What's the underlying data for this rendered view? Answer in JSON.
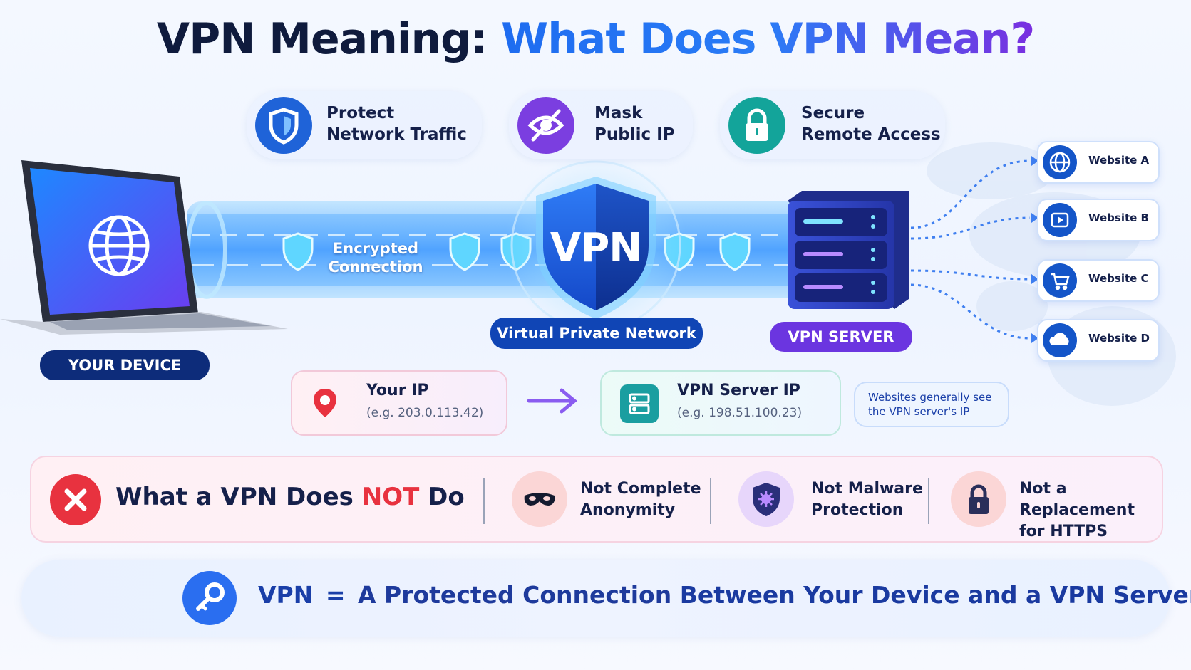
{
  "title": {
    "part1": "VPN Meaning:",
    "part2": "What Does VPN Mean?"
  },
  "features": [
    {
      "label": "Protect\nNetwork Traffic",
      "icon": "shield-icon",
      "color": "#1f63d8"
    },
    {
      "label": "Mask\nPublic IP",
      "icon": "eye-slash-icon",
      "color": "#7b3ee0"
    },
    {
      "label": "Secure\nRemote Access",
      "icon": "lock-icon",
      "color": "#13a49a"
    }
  ],
  "device": {
    "label": "YOUR DEVICE",
    "icon": "globe-icon"
  },
  "tunnel": {
    "label": "Encrypted\nConnection"
  },
  "vpn_shield": {
    "text": "VPN",
    "label": "Virtual Private Network"
  },
  "server": {
    "label": "VPN SERVER",
    "icon": "server-icon"
  },
  "websites": [
    {
      "label": "Website A",
      "icon": "globe-icon"
    },
    {
      "label": "Website B",
      "icon": "play-icon"
    },
    {
      "label": "Website C",
      "icon": "cart-icon"
    },
    {
      "label": "Website D",
      "icon": "cloud-icon"
    }
  ],
  "your_ip": {
    "title": "Your IP",
    "example": "(e.g. 203.0.113.42)",
    "icon": "location-pin-icon"
  },
  "server_ip": {
    "title": "VPN Server IP",
    "example": "(e.g. 198.51.100.23)",
    "icon": "server-icon"
  },
  "note": "Websites generally see\nthe VPN server's IP",
  "not_do": {
    "heading_pre": "What a VPN Does ",
    "heading_not": "NOT",
    "heading_post": " Do",
    "items": [
      {
        "label": "Not Complete\nAnonymity",
        "icon": "mask-icon"
      },
      {
        "label": "Not Malware\nProtection",
        "icon": "virus-shield-icon"
      },
      {
        "label": "Not a Replacement\nfor HTTPS",
        "icon": "lock-icon"
      }
    ]
  },
  "formula": {
    "lhs": "VPN",
    "eq": "=",
    "rhs_a": "A Protected Connection",
    "rhs_b": " Between Your Device and a VPN Server",
    "icon": "key-icon"
  },
  "colors": {
    "navy": "#0f1b3d",
    "blue": "#1e6cf0",
    "purple": "#7a2fe0",
    "red": "#e8323f",
    "teal": "#13a49a"
  }
}
